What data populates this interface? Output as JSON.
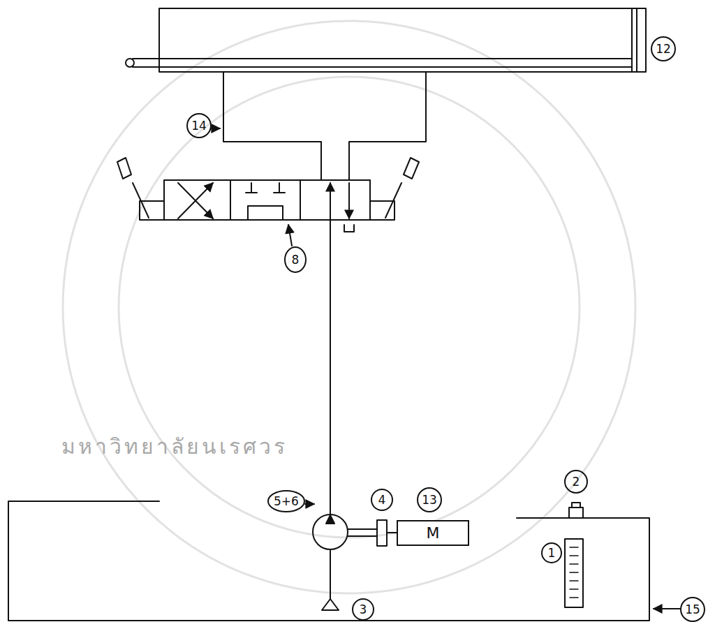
{
  "diagram": {
    "nodes": [
      {
        "text": [
          "M"
        ]
      }
    ],
    "labels": [
      "12",
      "14",
      "8",
      "5+6",
      "4",
      "13",
      "2",
      "1",
      "3",
      "15",
      "มหาวิทยาลัยนเรศวร"
    ]
  }
}
